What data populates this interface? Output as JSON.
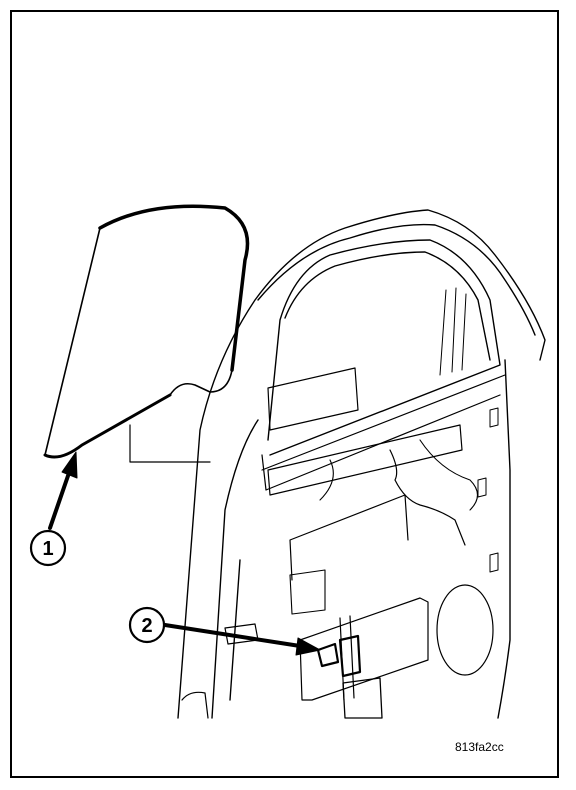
{
  "callouts": [
    {
      "number": "1",
      "part": "glass"
    },
    {
      "number": "2",
      "part": "regulator clamp"
    }
  ],
  "figure_id": "813fa2cc",
  "colors": {
    "line": "#000000",
    "background": "#ffffff"
  }
}
